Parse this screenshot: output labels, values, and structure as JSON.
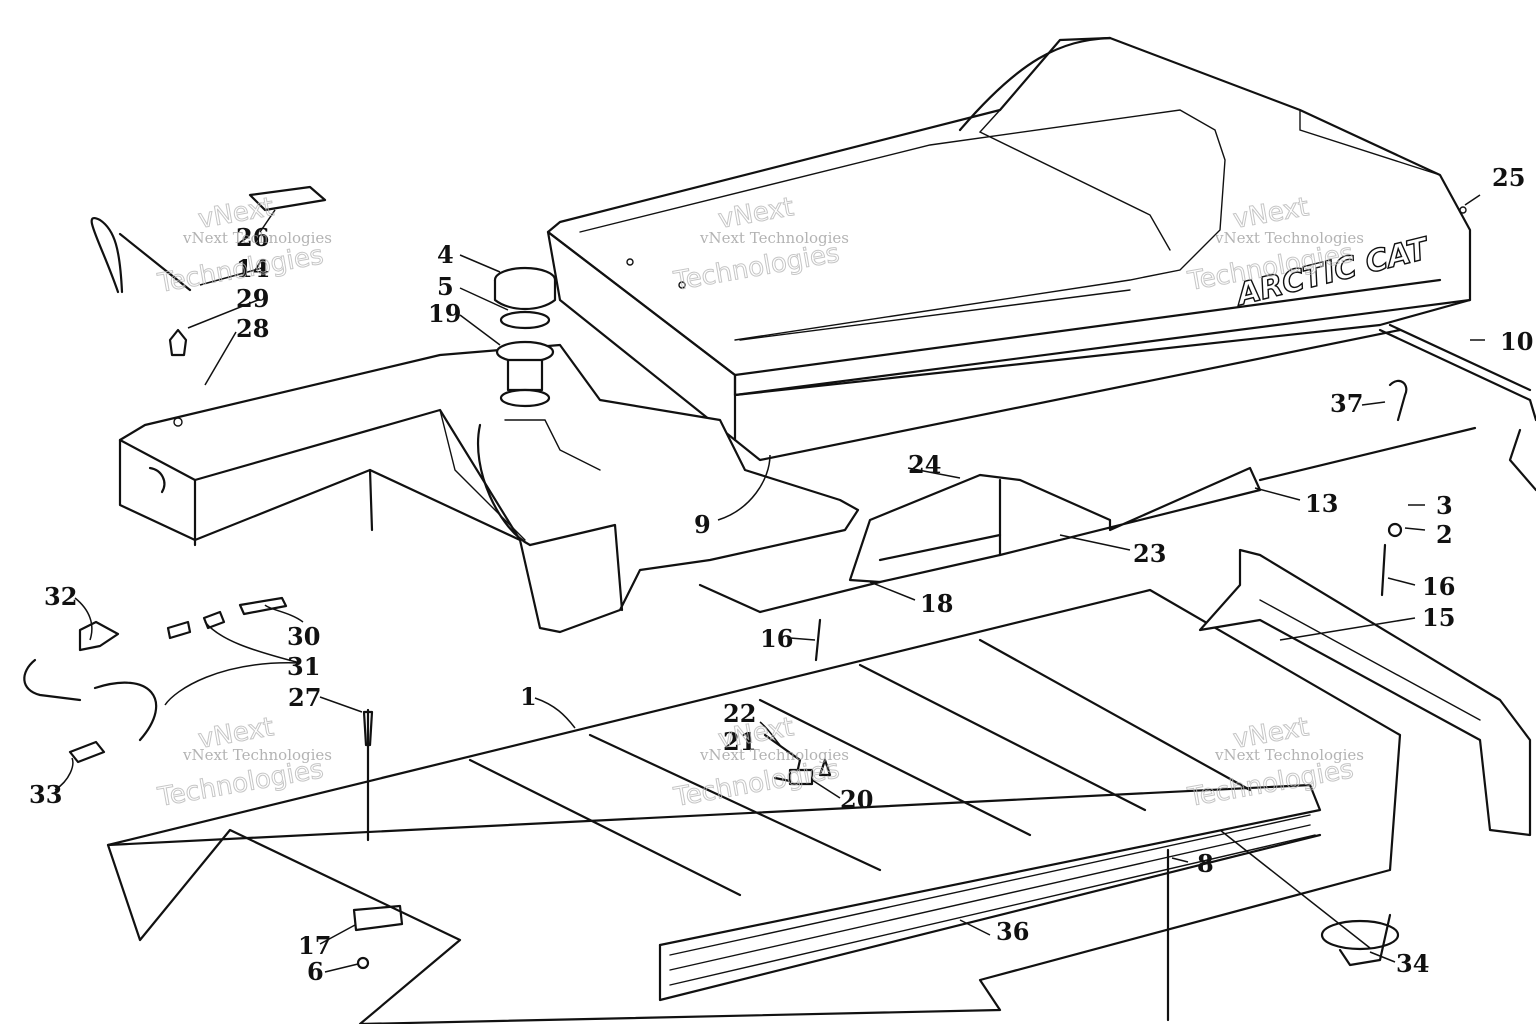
{
  "diagram": {
    "brand_text": "ARCTIC CAT",
    "watermark": {
      "line1": "vNext Technologies",
      "line2": "vNext",
      "line3": "Technologies"
    },
    "callouts": {
      "c1": "1",
      "c2": "2",
      "c3": "3",
      "c4": "4",
      "c5": "5",
      "c6": "6",
      "c8": "8",
      "c9": "9",
      "c10": "10",
      "c13": "13",
      "c14": "14",
      "c15": "15",
      "c16a": "16",
      "c16b": "16",
      "c17": "17",
      "c18": "18",
      "c19": "19",
      "c20": "20",
      "c21": "21",
      "c22": "22",
      "c23": "23",
      "c24": "24",
      "c25": "25",
      "c26": "26",
      "c27": "27",
      "c28": "28",
      "c29": "29",
      "c30": "30",
      "c31": "31",
      "c32": "32",
      "c33": "33",
      "c34": "34",
      "c36": "36",
      "c37": "37"
    }
  }
}
